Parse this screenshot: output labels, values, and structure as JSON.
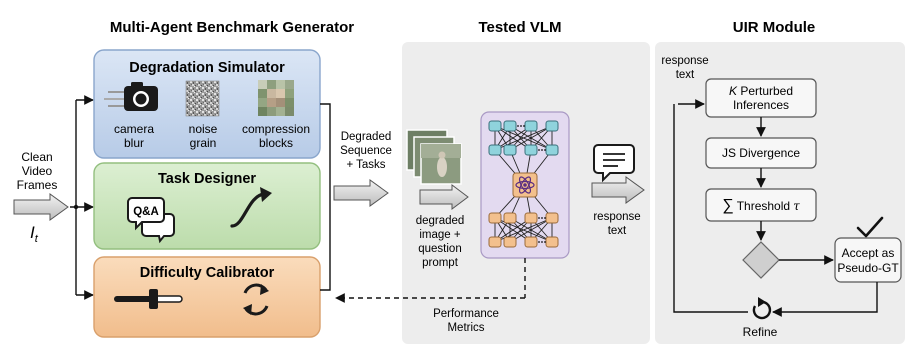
{
  "sections": {
    "generator": "Multi-Agent Benchmark Generator",
    "vlm": "Tested VLM",
    "uir": "UIR Module"
  },
  "input": {
    "lines": [
      "Clean",
      "Video",
      "Frames"
    ],
    "symbol_main": "I",
    "symbol_sub": "t"
  },
  "degradation": {
    "title": "Degradation Simulator",
    "items": [
      {
        "line1": "camera",
        "line2": "blur",
        "icon": "camera-blur-icon"
      },
      {
        "line1": "noise",
        "line2": "grain",
        "icon": "noise-grain-icon"
      },
      {
        "line1": "compression",
        "line2": "blocks",
        "icon": "compression-blocks-icon"
      }
    ]
  },
  "task_designer": {
    "title": "Task Designer",
    "qa_text": "Q&A"
  },
  "calibrator": {
    "title": "Difficulty Calibrator"
  },
  "degraded_output": [
    "Degraded",
    "Sequence",
    "+ Tasks"
  ],
  "vlm_input": [
    "degraded",
    "image +",
    "question",
    "prompt"
  ],
  "response": [
    "response",
    "text"
  ],
  "performance": [
    "Performance",
    "Metrics"
  ],
  "uir": {
    "response_label": [
      "response",
      "text"
    ],
    "perturbed_k": "K",
    "perturbed_rest": " Perturbed",
    "perturbed_line2": "Inferences",
    "js": "JS Divergence",
    "sum_symbol": "∑",
    "threshold": "Threshold",
    "tau": "τ",
    "accept": [
      "Accept as",
      "Pseudo-GT"
    ],
    "refine": "Refine"
  },
  "colors": {
    "degradation_fill": "#c9d8ee",
    "degradation_stroke": "#8aa6cc",
    "task_fill": "#cfe6c2",
    "task_stroke": "#93bf7f",
    "calibrator_fill": "#f6cfa6",
    "calibrator_stroke": "#d9a06c",
    "panel_fill": "#ededed",
    "network_fill": "#e3daf0",
    "node_teal": "#8fd3dc",
    "node_orange": "#f3c08d"
  }
}
